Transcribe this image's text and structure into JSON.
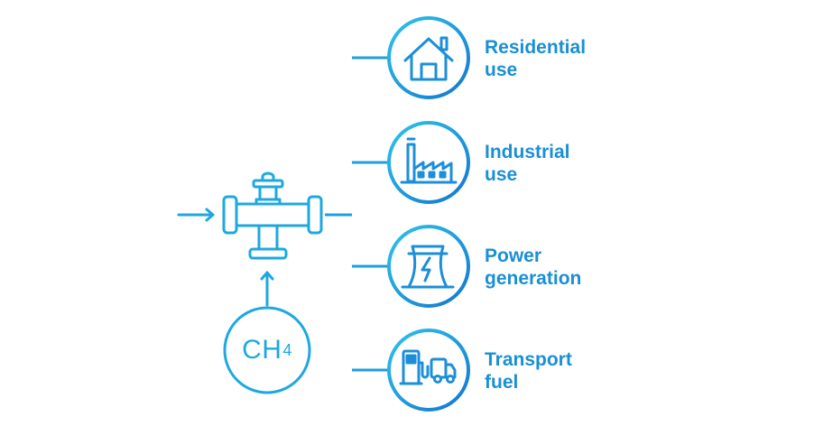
{
  "diagram": {
    "source": {
      "formula_main": "CH",
      "formula_subscript": "4"
    },
    "uses": [
      {
        "line1": "Residential",
        "line2": "use",
        "icon": "house-icon"
      },
      {
        "line1": "Industrial",
        "line2": "use",
        "icon": "factory-icon"
      },
      {
        "line1": "Power",
        "line2": "generation",
        "icon": "power-plant-icon"
      },
      {
        "line1": "Transport",
        "line2": "fuel",
        "icon": "fuel-truck-icon"
      }
    ],
    "colors": {
      "gradient_start": "#2ec4ea",
      "gradient_end": "#1476cf",
      "text": "#1a8fd6"
    }
  }
}
